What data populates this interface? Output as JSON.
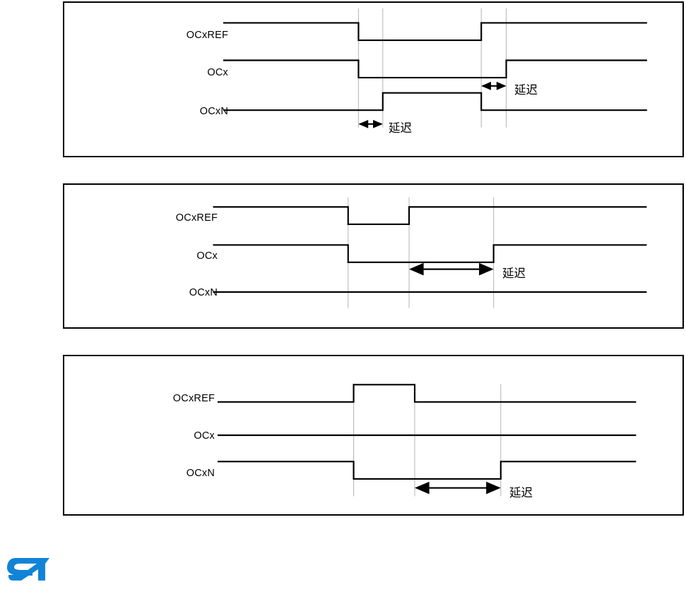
{
  "document": {
    "type": "timing-diagram-figure",
    "logo": "st-microelectronics-logo",
    "logo_color": "#1184D8",
    "trace_color": "#000000",
    "gridline_color": "#B9B9B9",
    "background": "#FFFFFF"
  },
  "signal_labels": {
    "ocxref": "OCxREF",
    "ocx": "OCx",
    "ocxn": "OCxN"
  },
  "delay_label": "延迟",
  "panels": [
    {
      "id": "panel-1",
      "name": "complementary-outputs-with-dead-time-falling-edge",
      "labels": [
        "OCxREF",
        "OCx",
        "OCxN"
      ],
      "delay_annotations": [
        "延迟",
        "延迟"
      ],
      "signals": [
        {
          "name": "OCxREF",
          "initial": "high",
          "edges": [
            {
              "at": 505,
              "to": "low"
            },
            {
              "at": 682,
              "to": "high"
            }
          ]
        },
        {
          "name": "OCx",
          "initial": "high",
          "edges": [
            {
              "at": 505,
              "to": "low"
            },
            {
              "at": 718,
              "to": "high"
            }
          ]
        },
        {
          "name": "OCxN",
          "initial": "low",
          "edges": [
            {
              "at": 540,
              "to": "high"
            },
            {
              "at": 682,
              "to": "low"
            }
          ]
        }
      ],
      "gridlines": [
        505,
        540,
        682,
        718
      ]
    },
    {
      "id": "panel-2",
      "name": "ocxref-narrow-low-pulse-deadtime-greater-than-pulse",
      "labels": [
        "OCxREF",
        "OCx",
        "OCxN"
      ],
      "delay_annotations": [
        "延迟"
      ],
      "signals": [
        {
          "name": "OCxREF",
          "initial": "high",
          "edges": [
            {
              "at": 490,
              "to": "low"
            },
            {
              "at": 578,
              "to": "high"
            }
          ]
        },
        {
          "name": "OCx",
          "initial": "high",
          "edges": [
            {
              "at": 490,
              "to": "low"
            },
            {
              "at": 700,
              "to": "high"
            }
          ]
        },
        {
          "name": "OCxN",
          "initial": "low",
          "edges": []
        }
      ],
      "gridlines": [
        490,
        578,
        700
      ]
    },
    {
      "id": "panel-3",
      "name": "ocxref-narrow-high-pulse-deadtime-greater-than-pulse",
      "labels": [
        "OCxREF",
        "OCx",
        "OCxN"
      ],
      "delay_annotations": [
        "延迟"
      ],
      "signals": [
        {
          "name": "OCxREF",
          "initial": "low",
          "edges": [
            {
              "at": 498,
              "to": "high"
            },
            {
              "at": 586,
              "to": "low"
            }
          ]
        },
        {
          "name": "OCx",
          "initial": "low",
          "edges": []
        },
        {
          "name": "OCxN",
          "initial": "high",
          "edges": [
            {
              "at": 498,
              "to": "low"
            },
            {
              "at": 710,
              "to": "high"
            }
          ]
        }
      ],
      "gridlines": [
        498,
        586,
        710
      ]
    }
  ]
}
